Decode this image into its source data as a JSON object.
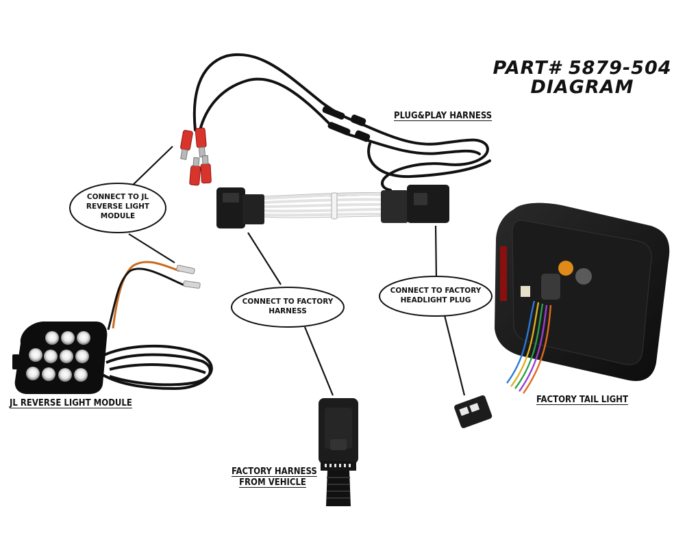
{
  "diagram": {
    "title_line1": "PART# 5879-504",
    "title_line2": "DIAGRAM",
    "labels": {
      "plug_play_harness": "PLUG&PLAY HARNESS",
      "jl_reverse_light_module": "JL REVERSE LIGHT MODULE",
      "factory_tail_light": "FACTORY TAIL LIGHT",
      "factory_harness_line1": "FACTORY HARNESS",
      "factory_harness_line2": "FROM VEHICLE"
    },
    "callouts": {
      "connect_jl_line1": "CONNECT TO JL",
      "connect_jl_line2": "REVERSE LIGHT",
      "connect_jl_line3": "MODULE",
      "connect_factory_harness_line1": "CONNECT TO FACTORY",
      "connect_factory_harness_line2": "HARNESS",
      "connect_headlight_line1": "CONNECT TO FACTORY",
      "connect_headlight_line2": "HEADLIGHT PLUG"
    },
    "colors": {
      "wire": "#111111",
      "connector": "#1a1a1a",
      "spade_terminal": "#d8342c",
      "led_housing": "#0d0d0d",
      "harness_white": "#e8e8e8"
    }
  }
}
